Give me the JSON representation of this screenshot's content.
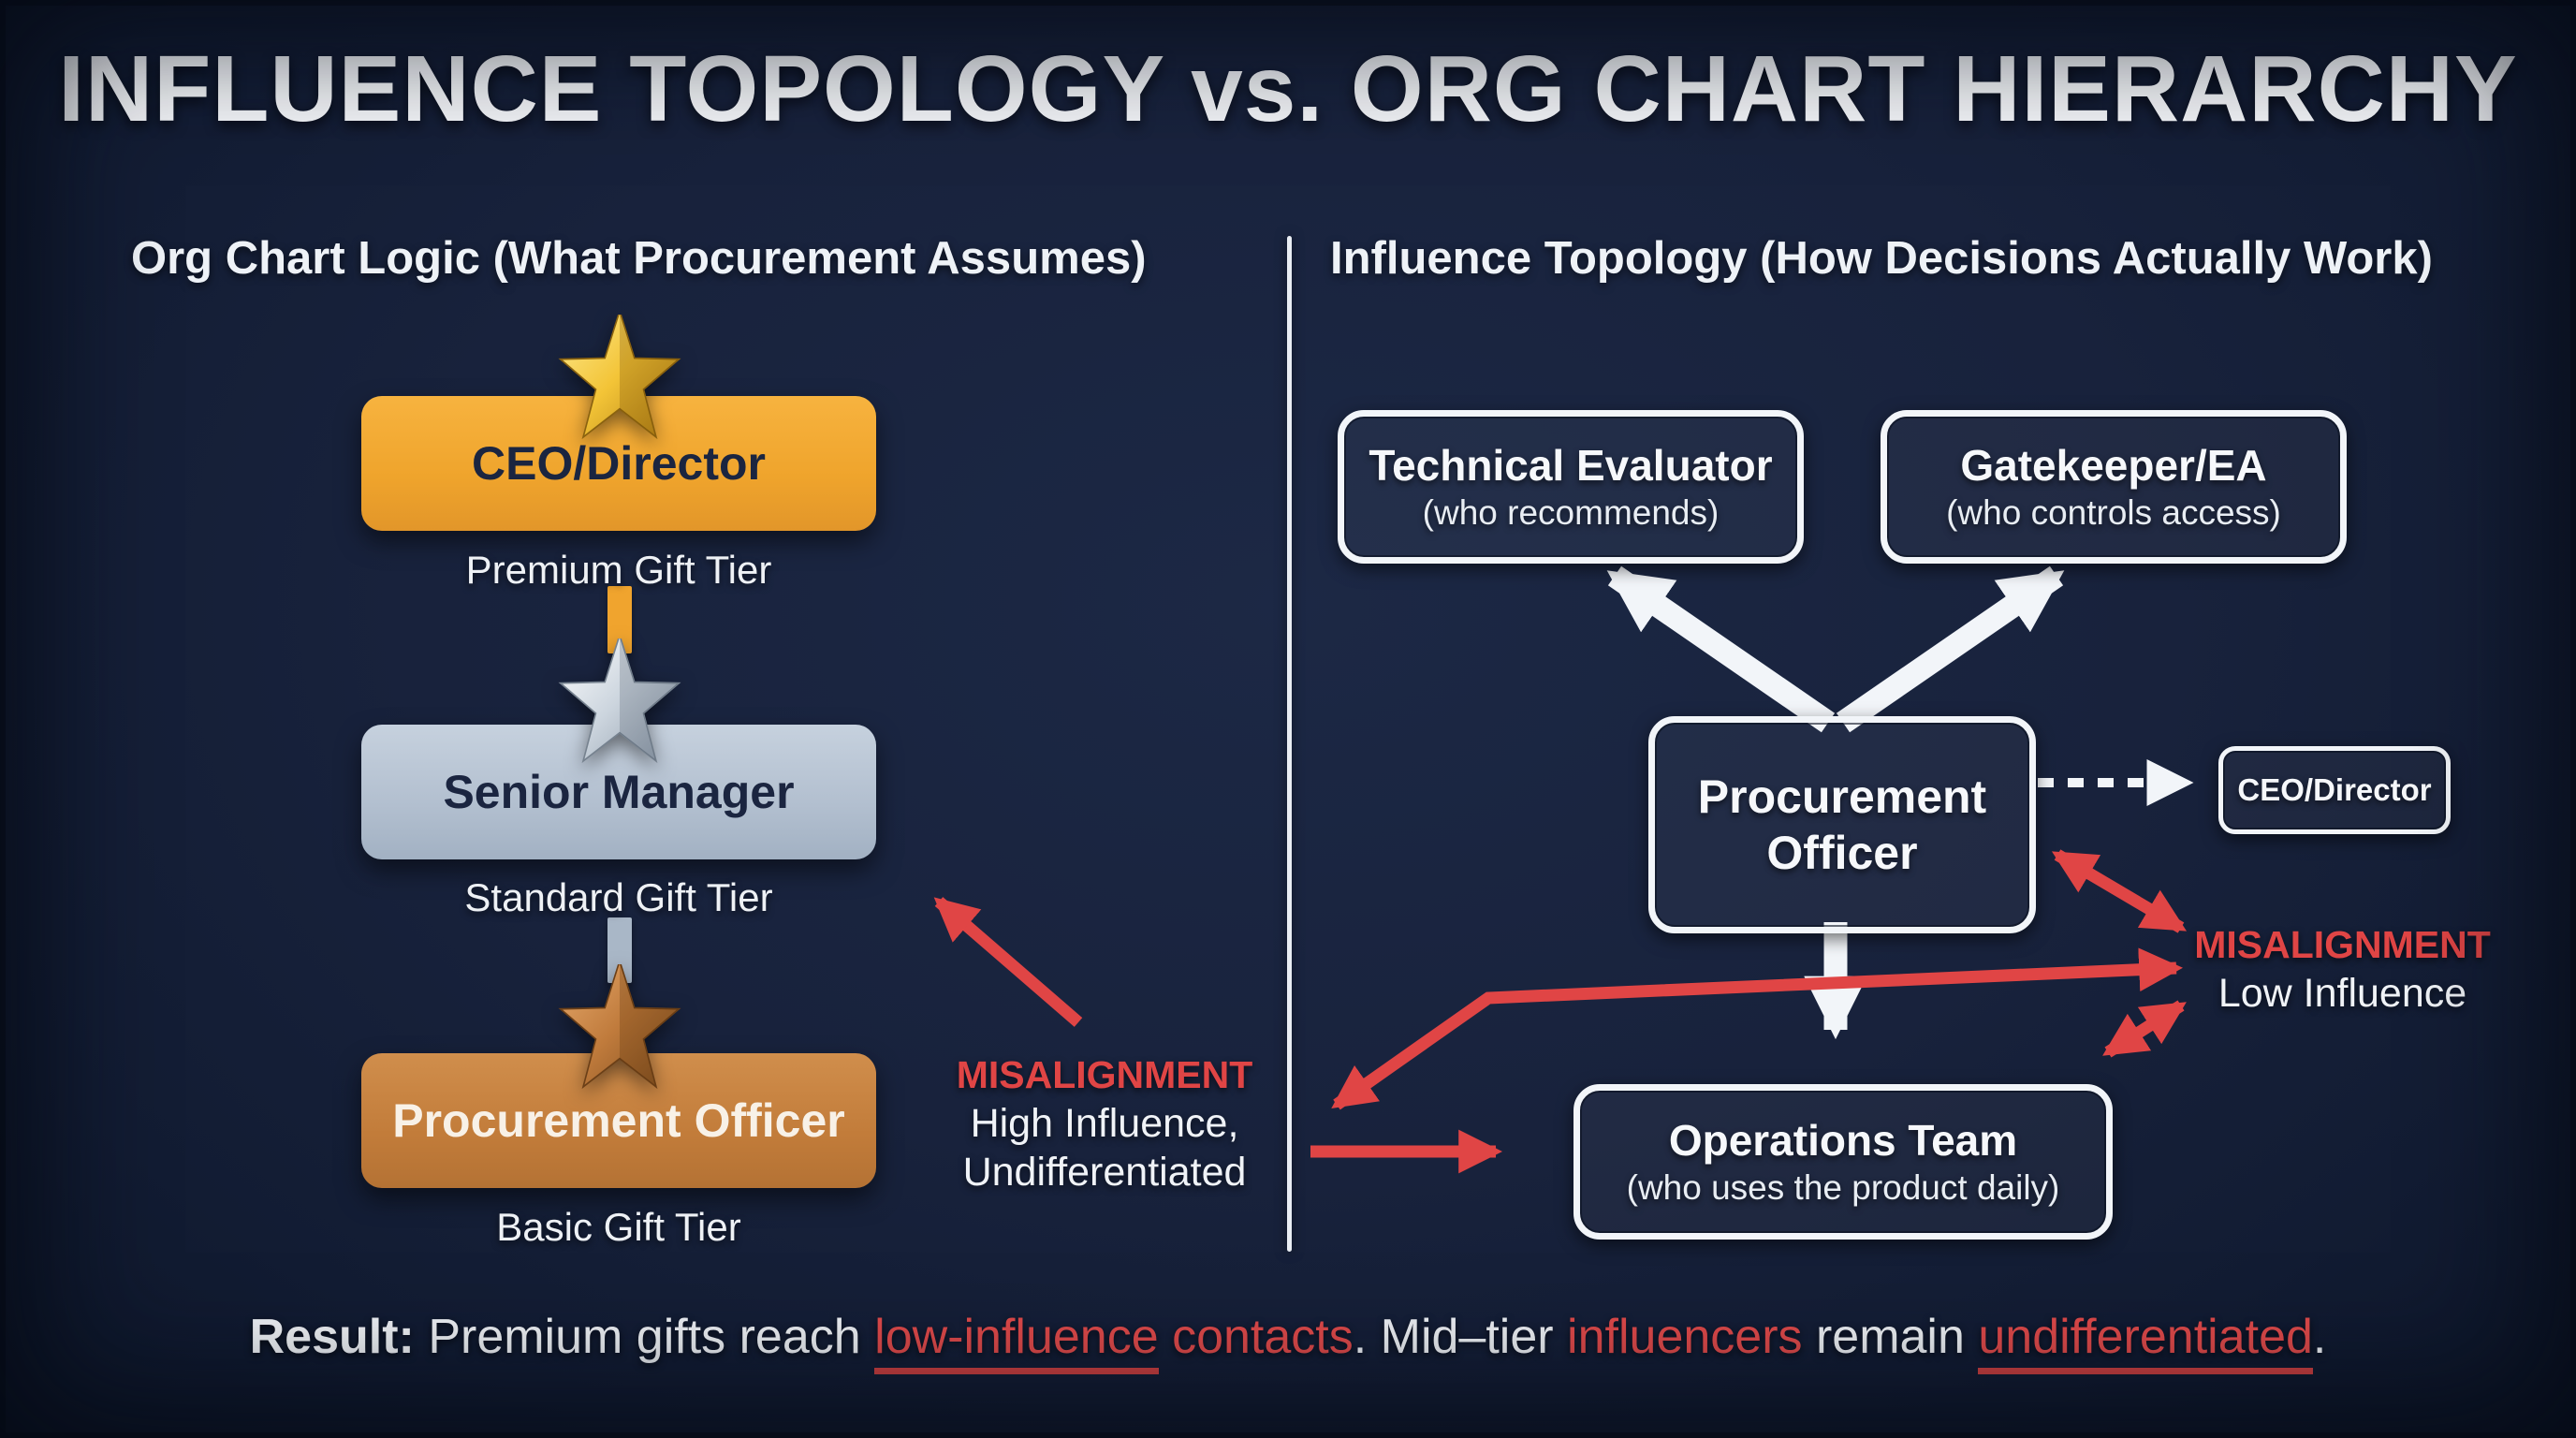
{
  "title": "INFLUENCE TOPOLOGY vs. ORG CHART HIERARCHY",
  "left_panel": {
    "header": "Org Chart Logic (What Procurement Assumes)",
    "tiers": [
      {
        "role": "CEO/Director",
        "gift": "Premium Gift Tier",
        "icon": "gold-star-icon"
      },
      {
        "role": "Senior Manager",
        "gift": "Standard Gift Tier",
        "icon": "silver-star-icon"
      },
      {
        "role": "Procurement Officer",
        "gift": "Basic Gift Tier",
        "icon": "bronze-star-icon"
      }
    ],
    "misalignment": {
      "label": "MISALIGNMENT",
      "line1": "High Influence,",
      "line2": "Undifferentiated"
    }
  },
  "right_panel": {
    "header": "Influence Topology (How Decisions Actually Work)",
    "nodes": {
      "technical_evaluator": {
        "title": "Technical Evaluator",
        "subtitle": "(who recommends)"
      },
      "gatekeeper": {
        "title": "Gatekeeper/EA",
        "subtitle": "(who controls access)"
      },
      "procurement_officer": {
        "title_line1": "Procurement",
        "title_line2": "Officer"
      },
      "ceo": {
        "title": "CEO/Director"
      },
      "operations": {
        "title": "Operations Team",
        "subtitle": "(who uses the product daily)"
      }
    },
    "misalignment": {
      "label": "MISALIGNMENT",
      "line1": "Low Influence"
    }
  },
  "result": {
    "label": "Result:",
    "t1": " Premium gifts reach ",
    "r1": "low-influence",
    "r2": " contacts",
    "t2": ". Mid–tier ",
    "r3": "influencers",
    "t3": " remain ",
    "r4": "undifferentiated",
    "t4": "."
  },
  "colors": {
    "background": "#18223c",
    "red_accent": "#e04545",
    "orange_tier": "#f0a42e",
    "slate_tier": "#b2bfcf",
    "bronze_tier": "#c27c3a",
    "white": "#f2f5f9"
  }
}
